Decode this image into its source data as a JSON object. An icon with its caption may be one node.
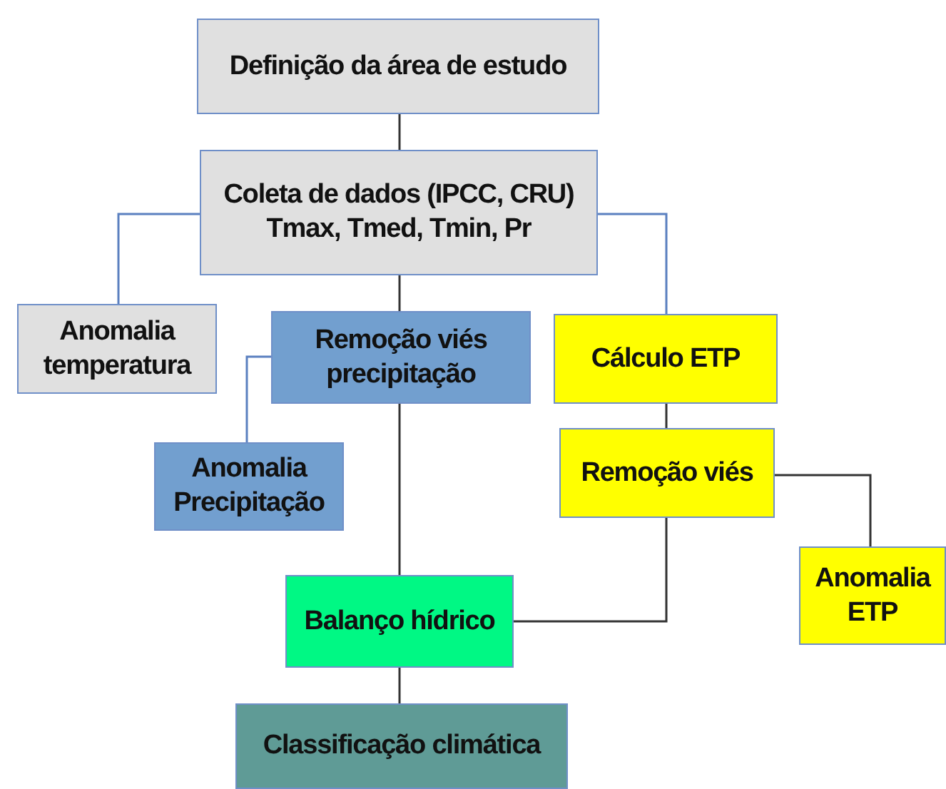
{
  "diagram": {
    "nodes": [
      {
        "text": [
          "Definição da área de estudo"
        ]
      },
      {
        "text": [
          "Coleta de dados (IPCC, CRU) Tmax, Tmed, Tmin, Pr"
        ]
      },
      {
        "text": [
          "Anomalia temperatura"
        ]
      },
      {
        "text": [
          "Remoção viés precipitação"
        ]
      },
      {
        "text": [
          "Cálculo ETP"
        ]
      },
      {
        "text": [
          "Anomalia Precipitação"
        ]
      },
      {
        "text": [
          "Remoção viés"
        ]
      },
      {
        "text": [
          "Anomalia ETP"
        ]
      },
      {
        "text": [
          "Balanço hídrico"
        ]
      },
      {
        "text": [
          "Classificação climática"
        ]
      }
    ],
    "edges": [
      {
        "from": 0,
        "to": 1,
        "arrow": "none"
      },
      {
        "from": 1,
        "to": 2,
        "arrow": "none",
        "color": "#5b80c0"
      },
      {
        "from": 1,
        "to": 3,
        "arrow": "none"
      },
      {
        "from": 1,
        "to": 4,
        "arrow": "none",
        "color": "#5b80c0"
      },
      {
        "from": 3,
        "to": 5,
        "arrow": "none",
        "color": "#5b80c0"
      },
      {
        "from": 3,
        "to": 8,
        "arrow": "none"
      },
      {
        "from": 4,
        "to": 6,
        "arrow": "none"
      },
      {
        "from": 6,
        "to": 7,
        "arrow": "none"
      },
      {
        "from": 6,
        "to": 8,
        "arrow": "none"
      },
      {
        "from": 8,
        "to": 9,
        "arrow": "none"
      }
    ]
  }
}
